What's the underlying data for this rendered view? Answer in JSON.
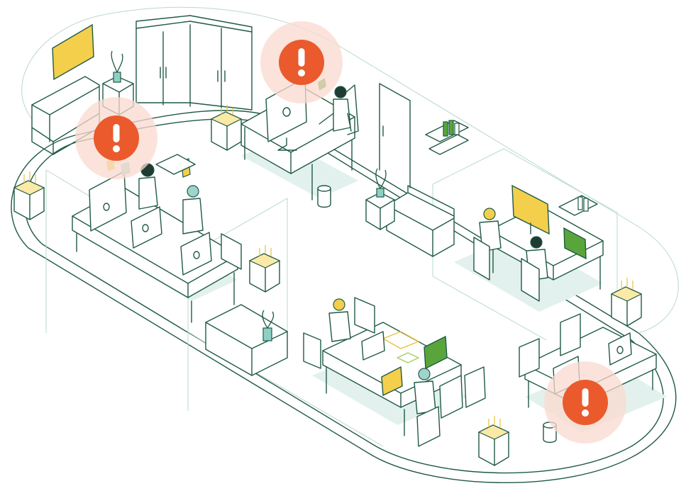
{
  "illustration": {
    "alerts": [
      {
        "id": "alert-meeting-room",
        "symbol": "!"
      },
      {
        "id": "alert-reception-desk",
        "symbol": "!"
      },
      {
        "id": "alert-lounge",
        "symbol": "!"
      },
      {
        "id": "alert-hot-desk",
        "symbol": "!"
      }
    ],
    "colors": {
      "line": "#1f5a45",
      "accent_yellow": "#f3cf4c",
      "accent_green": "#5aa53b",
      "alert_orange": "#ea5a2d",
      "floor_tint": "#e2f1ee"
    },
    "icons": [
      "alert-icon",
      "sensor-icon",
      "monitor-icon",
      "laptop-icon",
      "plant-icon",
      "sofa-icon",
      "cabinet-icon",
      "chair-icon"
    ]
  }
}
